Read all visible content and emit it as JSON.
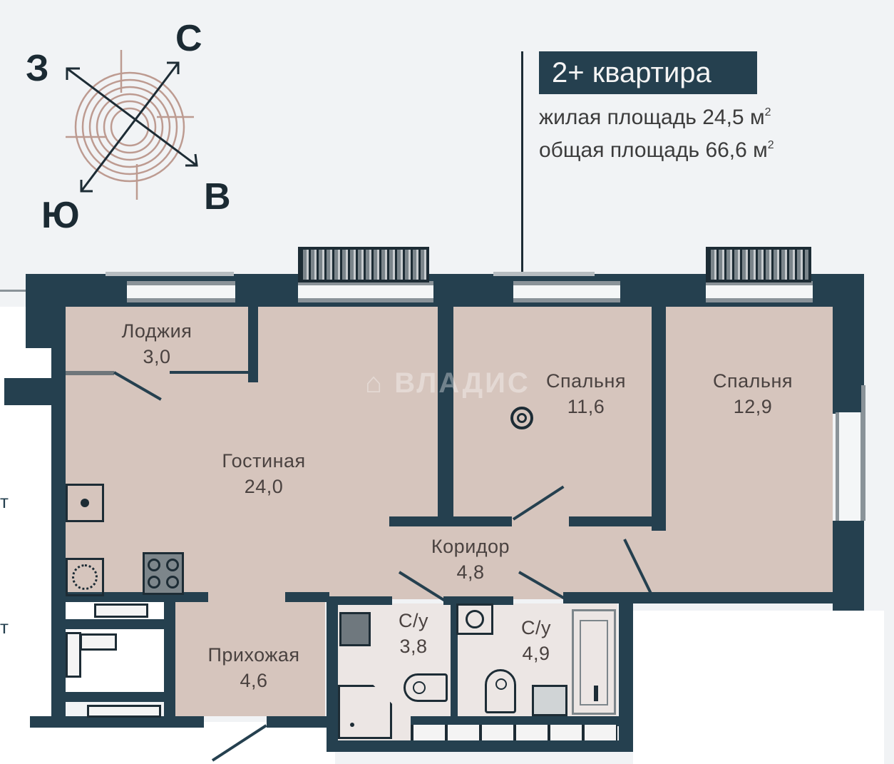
{
  "header": {
    "apartment_type": "2+ квартира",
    "living_area_label": "жилая площадь",
    "living_area_value": "24,5 м",
    "total_area_label": "общая площадь",
    "total_area_value": "66,6 м",
    "area_unit_superscript": "2"
  },
  "compass": {
    "north": "С",
    "south": "Ю",
    "east": "В",
    "west": "З"
  },
  "watermark": {
    "text": "ВЛАДИС",
    "icon": "house-key-icon"
  },
  "rooms": [
    {
      "name": "Лоджия",
      "area": "3,0"
    },
    {
      "name": "Гостиная",
      "area": "24,0"
    },
    {
      "name": "Спальня",
      "area": "11,6"
    },
    {
      "name": "Спальня",
      "area": "12,9"
    },
    {
      "name": "Коридор",
      "area": "4,8"
    },
    {
      "name": "Прихожая",
      "area": "4,6"
    },
    {
      "name": "С/у",
      "area": "3,8"
    },
    {
      "name": "С/у",
      "area": "4,9"
    }
  ],
  "side_fragments": [
    "т",
    "т"
  ],
  "colors": {
    "wall": "#25404f",
    "room_fill": "#d6c5bd",
    "bathroom_fill": "#ece6e4",
    "background": "#f1f3f5",
    "compass_rings": "#b58c80"
  }
}
